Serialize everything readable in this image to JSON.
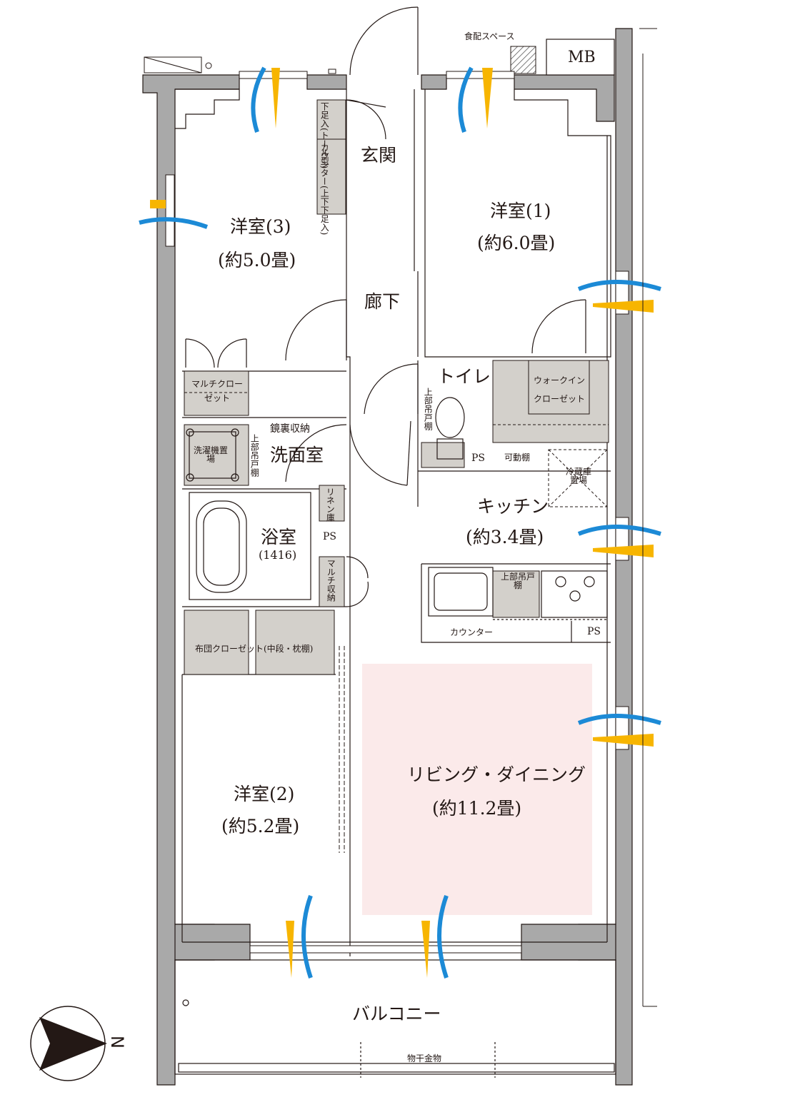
{
  "rooms": {
    "western1": {
      "name": "洋室(1)",
      "size": "(約6.0畳)"
    },
    "western2": {
      "name": "洋室(2)",
      "size": "(約5.2畳)"
    },
    "western3": {
      "name": "洋室(3)",
      "size": "(約5.0畳)"
    },
    "living": {
      "name": "リビング・ダイニング",
      "size": "(約11.2畳)"
    },
    "kitchen": {
      "name": "キッチン",
      "size": "(約3.4畳)"
    },
    "entrance": {
      "name": "玄関"
    },
    "corridor": {
      "name": "廊下"
    },
    "washroom": {
      "name": "洗面室"
    },
    "bathroom": {
      "name": "浴室",
      "size": "(1416)"
    },
    "toilet": {
      "name": "トイレ"
    },
    "balcony": {
      "name": "バルコニー"
    }
  },
  "fixtures": {
    "mb": "MB",
    "food_space": "食配スペース",
    "shoe_tall": "下足入(トール型)",
    "shoe_counter": "カウンター(上下下足入)",
    "multi_closet": "マルチクローゼット",
    "mirror_storage": "鏡裏収納",
    "laundry": "洗濯機置場",
    "upper_shelf": "上部吊戸棚",
    "linen": "リネン庫",
    "ps": "PS",
    "multi_storage": "マルチ収納",
    "walkin": "ウォークインクローゼット",
    "movable_shelf": "可動棚",
    "fridge": "冷蔵庫置場",
    "counter": "カウンター",
    "futon": "布団クローゼット(中段・枕棚)",
    "drying": "物干金物",
    "north": "N"
  },
  "colors": {
    "wall": "#a9a9a9",
    "storage": "#d3d0cb",
    "living_highlight": "#fbeaea",
    "wind_blue": "#1c8ad6",
    "wind_yellow": "#f7b500"
  }
}
